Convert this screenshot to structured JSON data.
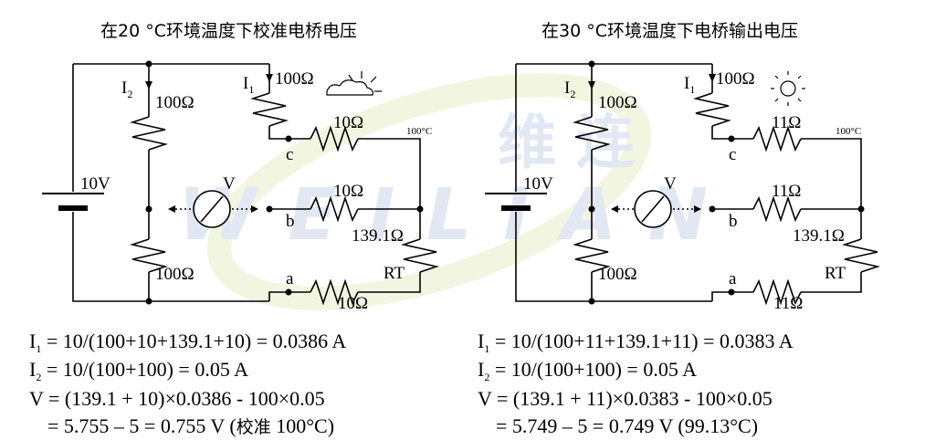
{
  "watermark": {
    "cn": "维 连",
    "en": "WEILIAN"
  },
  "left": {
    "title": "在20 °C环境温度下校准电桥电压",
    "battery": "10V",
    "i2": "I",
    "i2_sub": "2",
    "i1": "I",
    "i1_sub": "1",
    "r_left_top": "100Ω",
    "r_left_bottom": "100Ω",
    "r_right_top": "100Ω",
    "r_c": "10Ω",
    "r_b": "10Ω",
    "r_a": "10Ω",
    "rt_value": "139.1Ω",
    "rt_label": "RT",
    "temp_mark": "100°C",
    "node_c": "c",
    "node_b": "b",
    "node_a": "a",
    "meter": "V",
    "eq": [
      {
        "main": "I",
        "sub": "1",
        "rest": " = 10/(100+10+139.1+10) = 0.0386 A"
      },
      {
        "main": "I",
        "sub": "2",
        "rest": " = 10/(100+100) = 0.05 A"
      },
      {
        "main": "",
        "sub": "",
        "rest": "V = (139.1 + 10)×0.0386 - 100×0.05"
      },
      {
        "main": "",
        "sub": "",
        "rest": "= 5.755 – 5 = 0.755 V ("
      }
    ],
    "eq4_cn": "校准",
    "eq4_tail": " 100°C)"
  },
  "right": {
    "title": "在30 °C环境温度下电桥输出电压",
    "battery": "10V",
    "i2": "I",
    "i2_sub": "2",
    "i1": "I",
    "i1_sub": "1",
    "r_left_top": "100Ω",
    "r_left_bottom": "100Ω",
    "r_right_top": "100Ω",
    "r_c": "11Ω",
    "r_b": "11Ω",
    "r_a": "11Ω",
    "rt_value": "139.1Ω",
    "rt_label": "RT",
    "temp_mark": "100°C",
    "node_c": "c",
    "node_b": "b",
    "node_a": "a",
    "meter": "V",
    "eq": [
      {
        "main": "I",
        "sub": "1",
        "rest": " = 10/(100+11+139.1+11) = 0.0383 A"
      },
      {
        "main": "I",
        "sub": "2",
        "rest": " = 10/(100+100) = 0.05 A"
      },
      {
        "main": "",
        "sub": "",
        "rest": "V = (139.1 + 11)×0.0383 - 100×0.05"
      },
      {
        "main": "",
        "sub": "",
        "rest": "= 5.749 – 5 = 0.749 V (99.13°C)"
      }
    ]
  }
}
